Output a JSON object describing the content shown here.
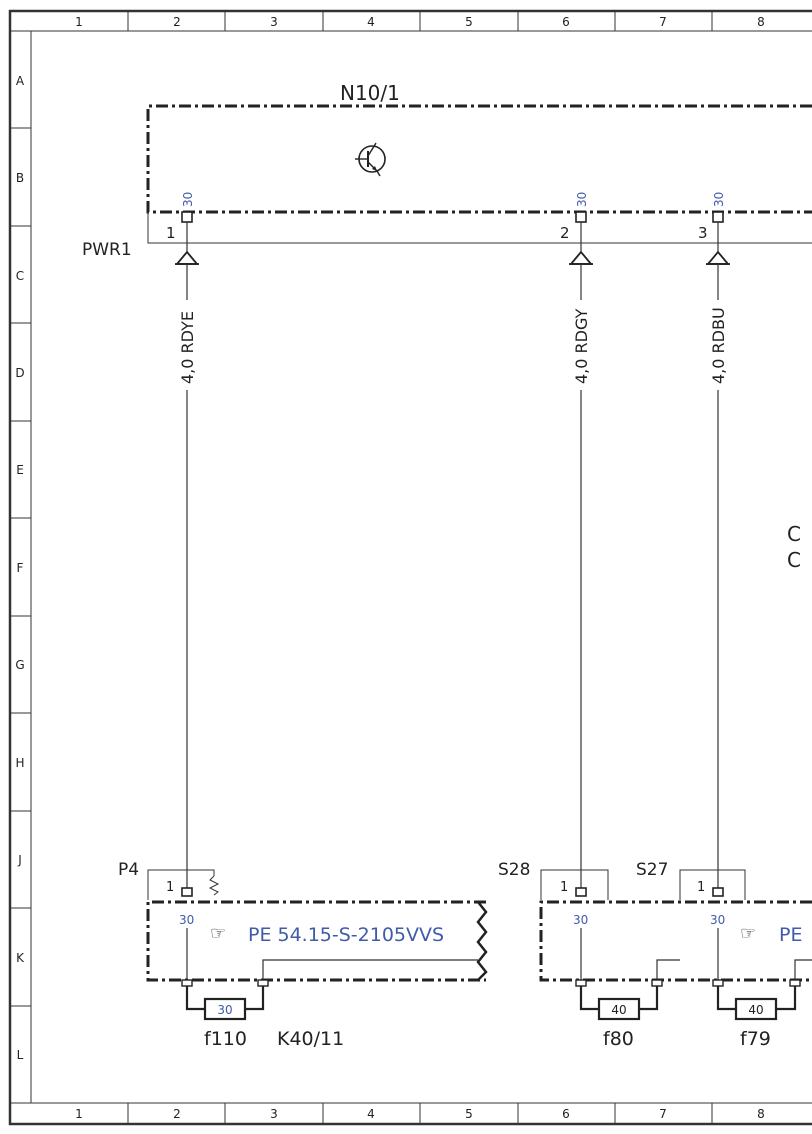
{
  "grid": {
    "columns": [
      "1",
      "2",
      "3",
      "4",
      "5",
      "6",
      "7",
      "8"
    ],
    "rows": [
      "A",
      "B",
      "C",
      "D",
      "E",
      "F",
      "G",
      "H",
      "J",
      "K",
      "L"
    ]
  },
  "module": {
    "name": "N10/1",
    "connector": "PWR1"
  },
  "pins": [
    {
      "num": "1",
      "terminal": "30",
      "wire": "4,0 RDYE"
    },
    {
      "num": "2",
      "terminal": "30",
      "wire": "4,0 RDGY"
    },
    {
      "num": "3",
      "terminal": "30",
      "wire": "4,0 RDBU"
    }
  ],
  "bottom": {
    "connectors": [
      "P4",
      "S28",
      "S27"
    ],
    "contact": "1",
    "terminal": "30",
    "fuses": [
      {
        "name": "f110",
        "rating": "30"
      },
      {
        "name": "f80",
        "rating": "40"
      },
      {
        "name": "f79",
        "rating": "40"
      }
    ],
    "block": "K40/11",
    "ref_left": "PE 54.15-S-2105VVS",
    "ref_right": "PE"
  },
  "edge_text": [
    "C",
    "C"
  ]
}
